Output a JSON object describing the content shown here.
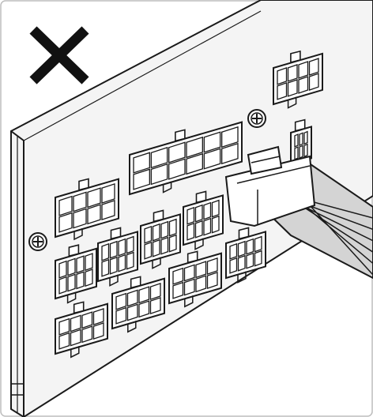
{
  "figure": {
    "panel_fill": "#f4f4f4",
    "line_color": "#1a1a1a",
    "connector_fill": "#ffffff",
    "cable_fill": "#d4d4d4",
    "cross_color": "#111111",
    "cross_icon": "x-mark-icon",
    "screw_icon": "screw-icon",
    "connector_pin_rows": 2,
    "connector_pin_columns": [
      4,
      6,
      4,
      4,
      4,
      4,
      4,
      4,
      4,
      4,
      4,
      4,
      4,
      3
    ],
    "plugged_cable_wires": 6
  }
}
